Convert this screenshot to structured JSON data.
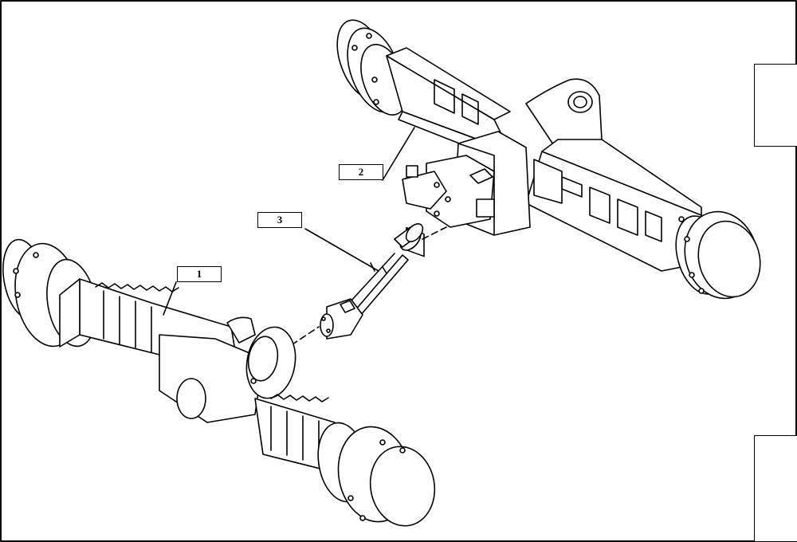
{
  "callouts": [
    {
      "id": "front-axle",
      "label": "1"
    },
    {
      "id": "rear-axle",
      "label": "2"
    },
    {
      "id": "drive-shaft",
      "label": "3"
    }
  ],
  "colors": {
    "line": "#000000",
    "paper": "#ffffff"
  }
}
